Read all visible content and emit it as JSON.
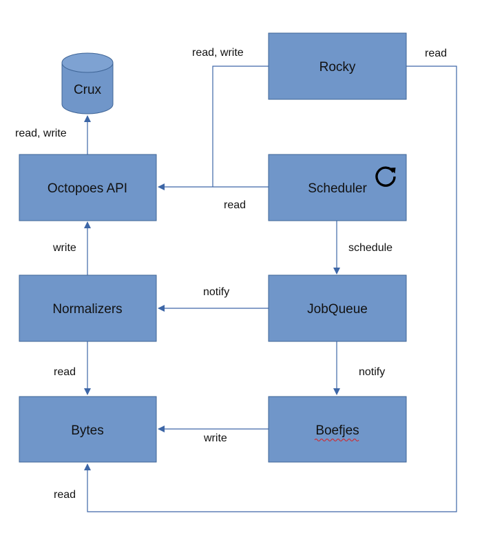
{
  "nodes": {
    "crux": "Crux",
    "rocky": "Rocky",
    "octopoes_api": "Octopoes API",
    "scheduler": "Scheduler",
    "normalizers": "Normalizers",
    "jobqueue": "JobQueue",
    "bytes": "Bytes",
    "boefjes": "Boefjes"
  },
  "edges": {
    "octopoes_to_crux": "read, write",
    "rocky_to_octopoes": "read, write",
    "rocky_to_bytes": "read",
    "scheduler_to_octopoes": "read",
    "scheduler_to_jobqueue": "schedule",
    "normalizers_to_octopoes": "write",
    "jobqueue_to_normalizers": "notify",
    "jobqueue_to_boefjes": "notify",
    "normalizers_to_bytes": "read",
    "boefjes_to_bytes": "write",
    "bytes_from_rocky": "read"
  },
  "icons": {
    "scheduler_icon": "refresh-icon",
    "boefjes_spellcheck": "spellcheck-underline"
  },
  "colors": {
    "box_fill": "#7096c9",
    "box_stroke": "#3e6496",
    "edge": "#3d66a6",
    "spellcheck": "#d92020"
  }
}
